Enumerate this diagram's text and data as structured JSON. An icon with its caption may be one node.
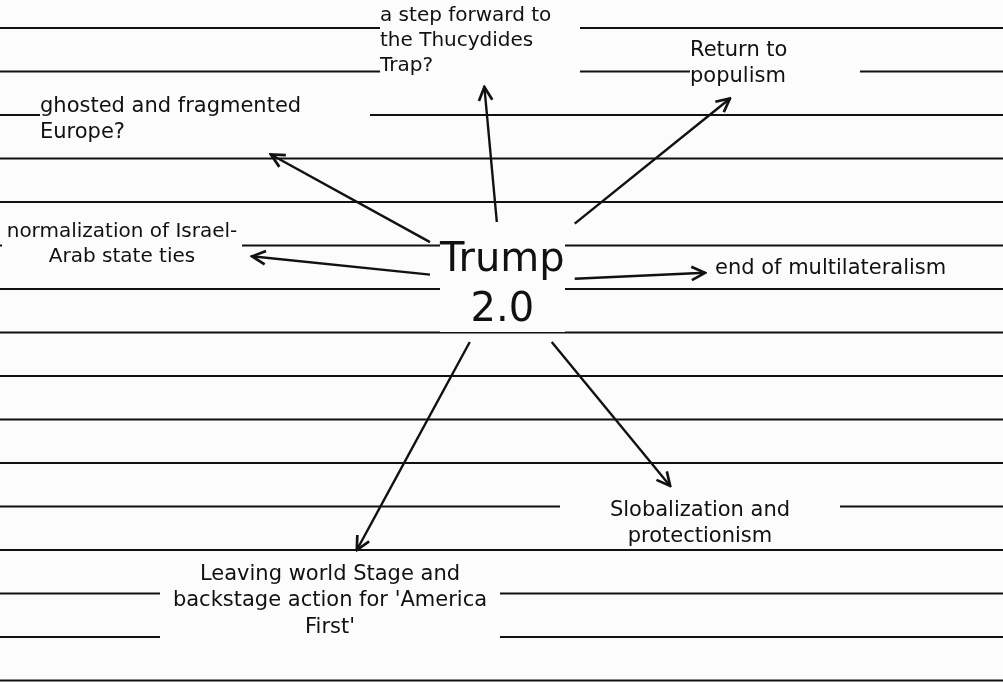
{
  "diagram": {
    "nodes": [
      {
        "text": [
          "Trump 2.0"
        ]
      },
      {
        "text": [
          "ghosted and fragmented Europe?"
        ]
      },
      {
        "text": [
          "a step forward to the Thucydides Trap?"
        ]
      },
      {
        "text": [
          "Return to populism"
        ]
      },
      {
        "text": [
          "normalization of Israel-Arab state ties"
        ]
      },
      {
        "text": [
          "end of multilateralism"
        ]
      },
      {
        "text": [
          "Leaving world Stage and backstage action for 'America First'"
        ]
      },
      {
        "text": [
          "Slobalization and protectionism"
        ]
      }
    ],
    "edges": [
      {
        "from": 0,
        "to": 1,
        "arrow": "to"
      },
      {
        "from": 0,
        "to": 2,
        "arrow": "to"
      },
      {
        "from": 0,
        "to": 3,
        "arrow": "to"
      },
      {
        "from": 0,
        "to": 4,
        "arrow": "to"
      },
      {
        "from": 0,
        "to": 5,
        "arrow": "to"
      },
      {
        "from": 0,
        "to": 6,
        "arrow": "to"
      },
      {
        "from": 0,
        "to": 7,
        "arrow": "to"
      }
    ]
  }
}
